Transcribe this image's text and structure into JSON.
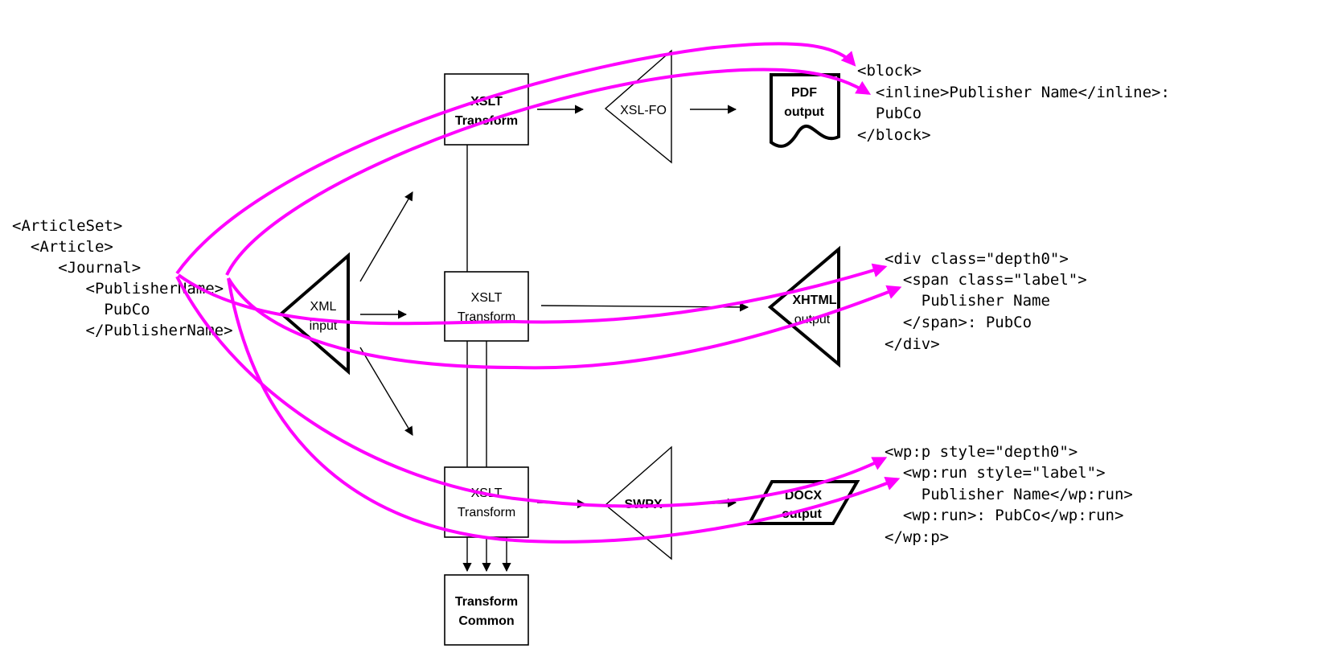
{
  "colors": {
    "link_color": "#ff00ff",
    "shape_stroke": "#000000"
  },
  "source_xml": [
    "<ArticleSet>",
    "  <Article>",
    "     <Journal>",
    "        <PublisherName>",
    "          PubCo",
    "        </PublisherName>"
  ],
  "shapes": {
    "xml_input": [
      "XML",
      "input"
    ],
    "xslt_top": [
      "XSLT",
      "Transform"
    ],
    "xslt_mid": [
      "XSLT",
      "Transform"
    ],
    "xslt_bot": [
      "XSLT",
      "Transform"
    ],
    "transform_common": [
      "Transform",
      "Common"
    ],
    "xsl_fo": "XSL-FO",
    "swpx": "SWPX",
    "pdf_output": [
      "PDF",
      "output"
    ],
    "xhtml_output": [
      "XHTML",
      "output"
    ],
    "docx_output": [
      "DOCX",
      "output"
    ]
  },
  "outputs": {
    "pdf_code": [
      "<block>",
      "  <inline>Publisher Name</inline>:",
      "  PubCo",
      "</block>"
    ],
    "xhtml_code": [
      "<div class=\"depth0\">",
      "  <span class=\"label\">",
      "    Publisher Name",
      "  </span>: PubCo",
      "</div>"
    ],
    "docx_code": [
      "<wp:p style=\"depth0\">",
      "  <wp:run style=\"label\">",
      "    Publisher Name</wp:run>",
      "  <wp:run>: PubCo</wp:run>",
      "</wp:p>"
    ]
  }
}
